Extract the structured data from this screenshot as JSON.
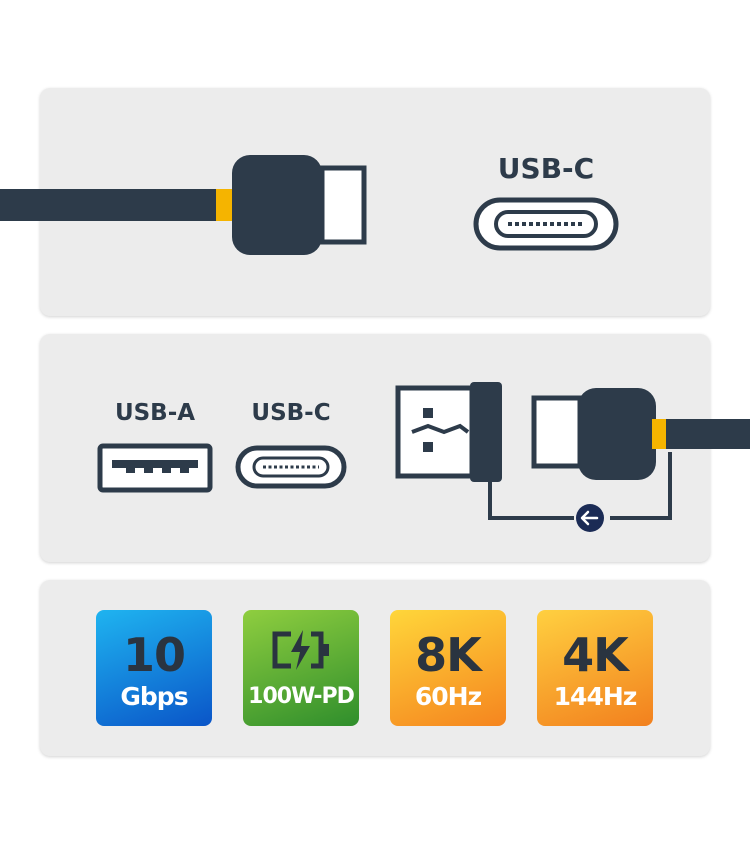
{
  "panels": {
    "top": {
      "label": "USB-C"
    },
    "middle": {
      "usb_a_label": "USB-A",
      "usb_c_label": "USB-C",
      "arrow_icon": "arrow-left-icon"
    },
    "features": [
      {
        "top": "10",
        "bottom": "Gbps",
        "colors": [
          "#1fb4f0",
          "#0a55c8"
        ]
      },
      {
        "icon": "battery-charging-icon",
        "bottom": "100W-PD",
        "colors": [
          "#8fce3f",
          "#2f8e2c"
        ]
      },
      {
        "top": "8K",
        "bottom": "60Hz",
        "colors": [
          "#ffd63a",
          "#f5851f"
        ]
      },
      {
        "top": "4K",
        "bottom": "144Hz",
        "colors": [
          "#ffd040",
          "#f2801e"
        ]
      }
    ]
  },
  "colors": {
    "navy": "#2d3b4a",
    "accent": "#f5b400",
    "panel": "#ececec"
  }
}
